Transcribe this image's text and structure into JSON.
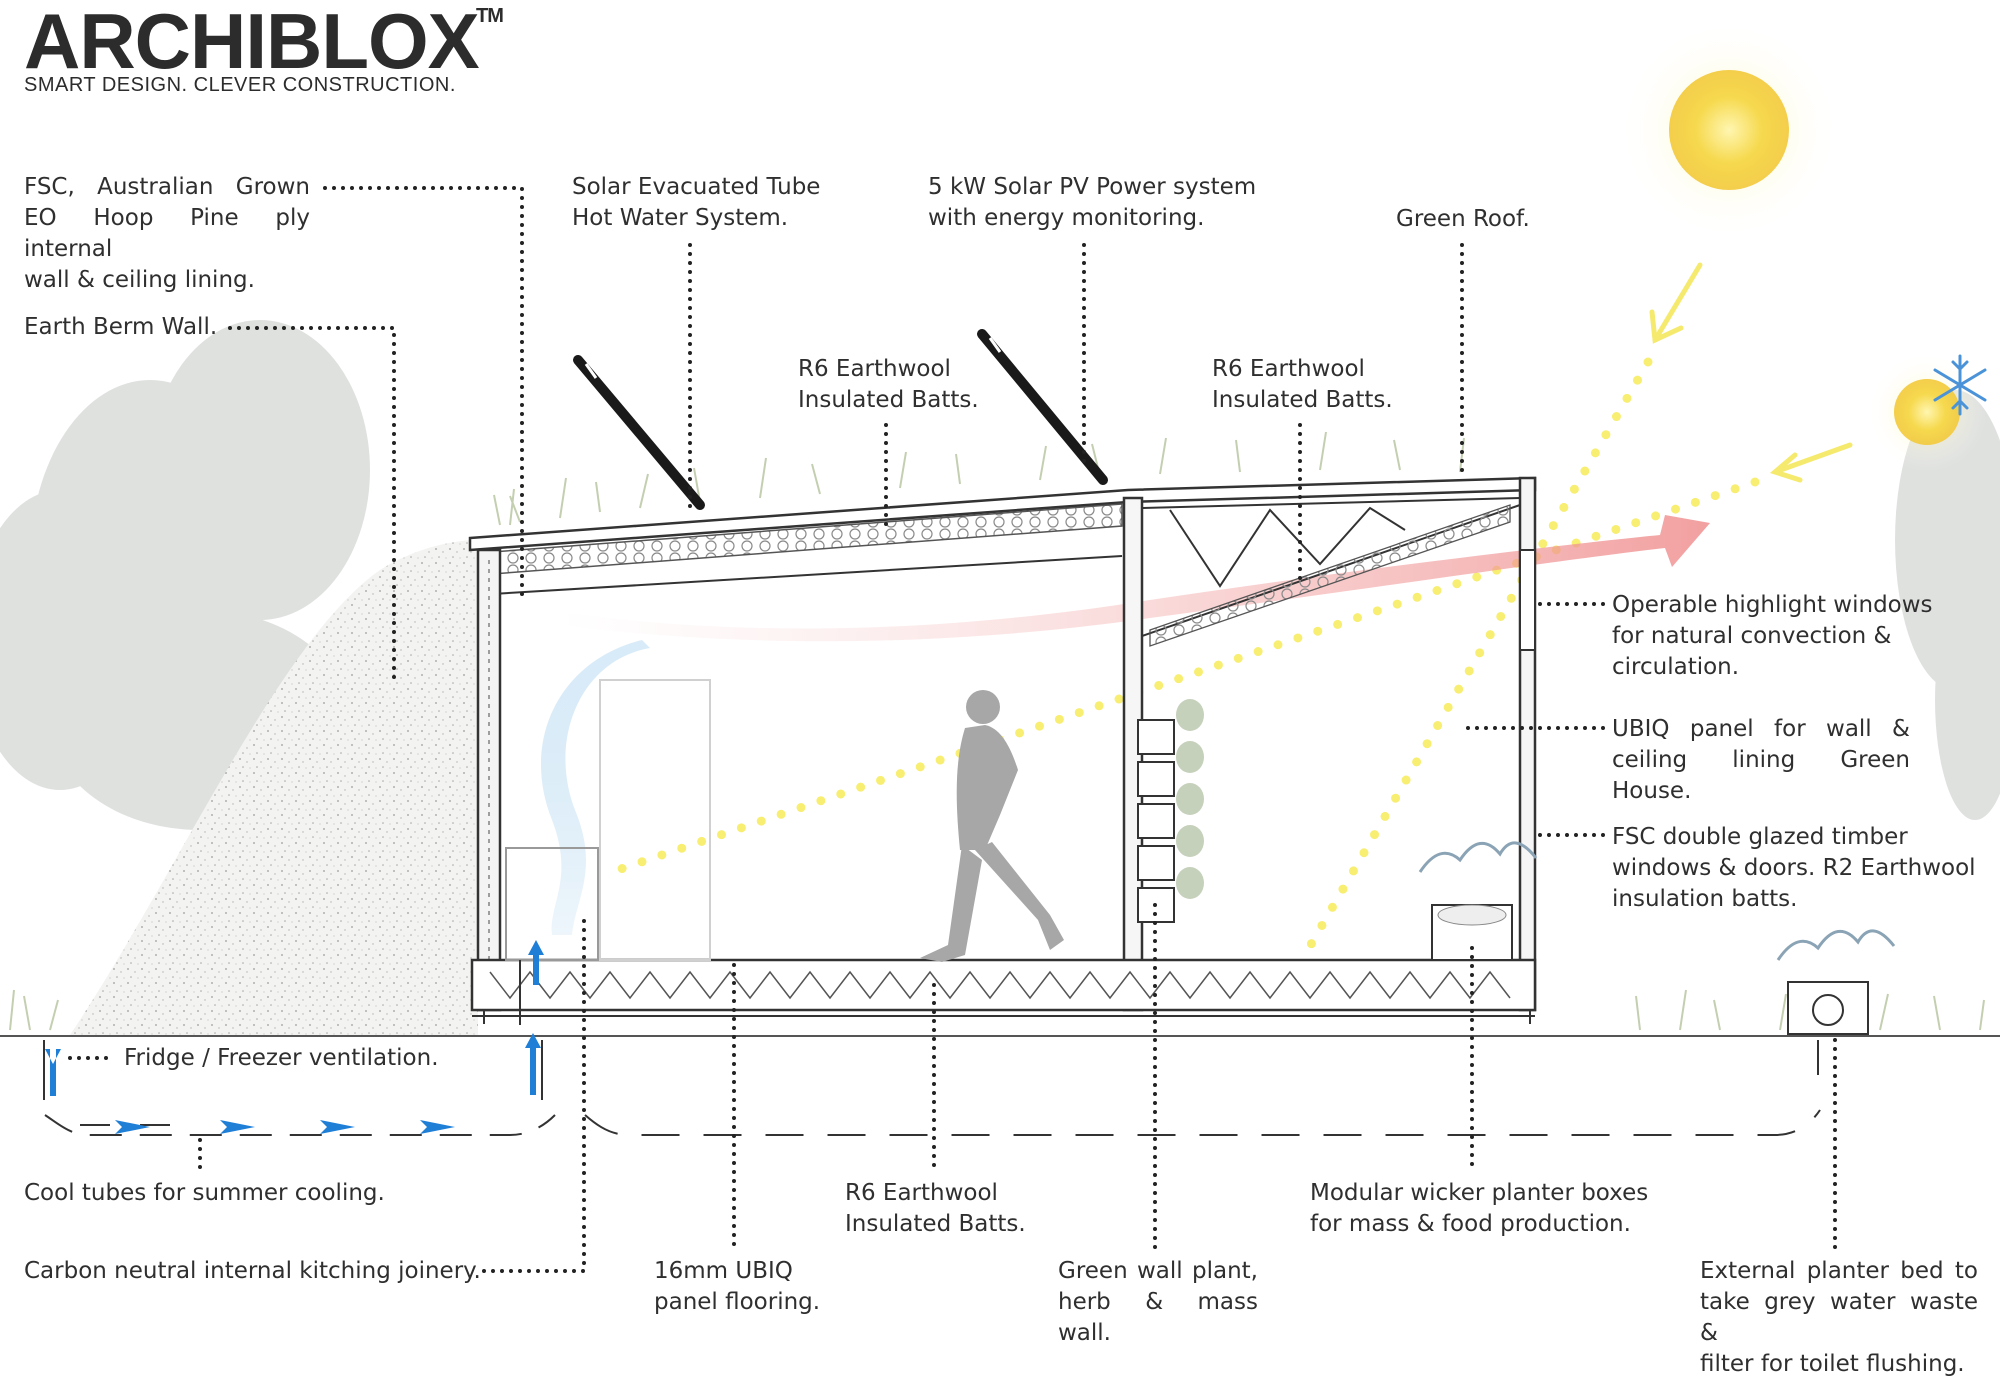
{
  "brand": {
    "name": "ARCHIBLOX",
    "trademark": "TM",
    "tagline": "SMART DESIGN. CLEVER CONSTRUCTION."
  },
  "labels": {
    "fsc_pine": [
      "FSC,  Australian  Grown",
      "EO Hoop Pine ply internal",
      "wall & ceiling lining."
    ],
    "earth_berm": [
      "Earth Berm Wall."
    ],
    "solar_tube": [
      "Solar Evacuated Tube",
      "Hot Water System."
    ],
    "solar_pv": [
      "5 kW Solar PV Power system",
      "with energy monitoring."
    ],
    "green_roof": [
      "Green Roof."
    ],
    "r6_roof_left": [
      "R6 Earthwool",
      "Insulated Batts."
    ],
    "r6_roof_right": [
      "R6 Earthwool",
      "Insulated Batts."
    ],
    "highlight_windows": [
      "Operable highlight windows",
      "for natural convection &",
      "circulation."
    ],
    "ubiq_wall": [
      "UBIQ  panel  for  wall  &",
      "ceiling lining Green House."
    ],
    "double_glazed": [
      "FSC double glazed timber",
      "windows & doors. R2 Earthwool",
      "insulation batts."
    ],
    "fridge": [
      "Fridge / Freezer ventilation."
    ],
    "cool_tubes": [
      "Cool tubes for summer cooling."
    ],
    "joinery": [
      "Carbon neutral internal kitching joinery."
    ],
    "flooring": [
      "16mm UBIQ",
      "panel flooring."
    ],
    "r6_floor": [
      "R6 Earthwool",
      "Insulated Batts."
    ],
    "green_wall": [
      "Green  wall  plant,",
      "herb & mass wall."
    ],
    "planter_boxes": [
      "Modular wicker planter boxes",
      "for mass & food production."
    ],
    "external_planter": [
      "External  planter  bed  to",
      "take grey water waste &",
      "filter for toilet flushing."
    ]
  },
  "colors": {
    "text": "#2f2f2f",
    "sun": "#f5d94a",
    "sun_ray": "#f4ea6a",
    "cold_arrow": "#1f7fd6",
    "warm_air": "#f19a9a",
    "cool_air": "#a9d2ee",
    "tree": "#d9dbd9",
    "grass": "#b9c8a3",
    "berm": "#f2f2f0",
    "insulation": "#8a8a8a"
  },
  "icons": [
    "sun-icon",
    "winter-sun-icon",
    "snowflake-icon",
    "solar-tube-icon",
    "person-silhouette-icon"
  ]
}
